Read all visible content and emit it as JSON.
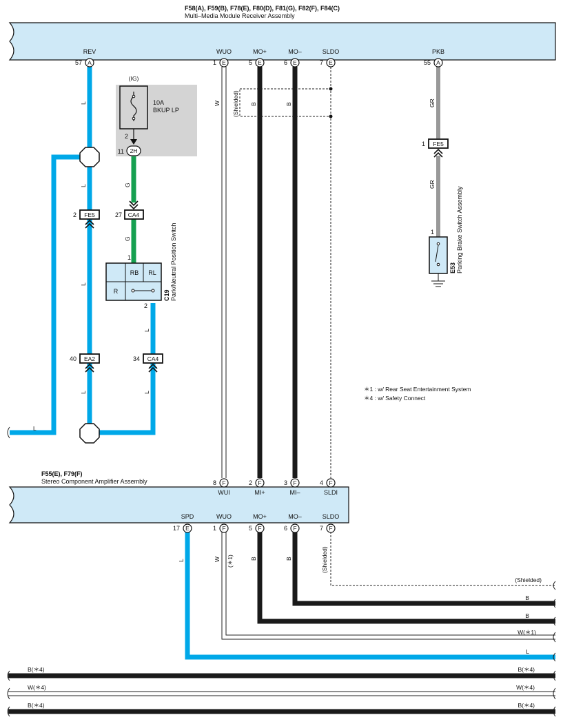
{
  "colors": {
    "module_fill": "#cfe9f7",
    "wire_blue": "#00a8e8",
    "wire_green": "#16a050",
    "wire_gray": "#999999",
    "wire_black": "#1a1a1a",
    "fuse_box": "#d4d4d4"
  },
  "receiver": {
    "codes": "F58(A), F59(B), F78(E), F80(D), F81(G), F82(F), F84(C)",
    "name": "Multi–Media Module Receiver Assembly",
    "pins": [
      {
        "id": "rev",
        "label": "REV",
        "num": "57",
        "conn": "A"
      },
      {
        "id": "wuo",
        "label": "WUO",
        "num": "1",
        "conn": "E"
      },
      {
        "id": "mo-plus",
        "label": "MO+",
        "num": "5",
        "conn": "E"
      },
      {
        "id": "mo-minus",
        "label": "MO–",
        "num": "6",
        "conn": "E"
      },
      {
        "id": "sldo",
        "label": "SLDO",
        "num": "7",
        "conn": "E"
      },
      {
        "id": "pkb",
        "label": "PKB",
        "num": "55",
        "conn": "A"
      }
    ]
  },
  "fuse": {
    "ig": "(IG)",
    "rating": "10A",
    "name": "BKUP LP",
    "pin_top": "2",
    "pin_num": "11",
    "pin_conn": "2H"
  },
  "junctions": {
    "fe5_left": {
      "num": "2",
      "label": "FE5"
    },
    "ca4_top": {
      "num": "27",
      "label": "CA4"
    },
    "ea2": {
      "num": "40",
      "label": "EA2"
    },
    "ca4_bottom": {
      "num": "34",
      "label": "CA4"
    },
    "fe5_right": {
      "num": "1",
      "label": "FE5"
    }
  },
  "pn_switch": {
    "code": "C19",
    "name": "Park/Neutral Position Switch",
    "rb": "RB",
    "rl": "RL",
    "r": "R",
    "pin_in": "1",
    "pin_out": "2"
  },
  "pkb_switch": {
    "code": "E53",
    "name": "Parking Brake Switch Assembly",
    "pin": "1"
  },
  "wire_colors": {
    "l": "L",
    "g": "G",
    "w": "W",
    "b": "B",
    "gr": "GR"
  },
  "shielded": "(Shielded)",
  "footnotes": [
    "＊1 : w/ Rear Seat Entertainment System",
    "＊4 : w/ Safety Connect"
  ],
  "amplifier": {
    "codes": "F55(E), F79(F)",
    "name": "Stereo Component Amplifier Assembly",
    "top_pins": [
      {
        "label": "WUI",
        "num": "8",
        "conn": "F"
      },
      {
        "label": "MI+",
        "num": "2",
        "conn": "F"
      },
      {
        "label": "MI–",
        "num": "3",
        "conn": "F"
      },
      {
        "label": "SLDI",
        "num": "4",
        "conn": "F"
      }
    ],
    "bottom_pins": [
      {
        "label": "SPD",
        "num": "17",
        "conn": "E"
      },
      {
        "label": "WUO",
        "num": "1",
        "conn": "F"
      },
      {
        "label": "MO+",
        "num": "5",
        "conn": "F"
      },
      {
        "label": "MO–",
        "num": "6",
        "conn": "F"
      },
      {
        "label": "SLDO",
        "num": "7",
        "conn": "F"
      }
    ]
  },
  "wire_marks": {
    "star1": "(＊1)",
    "w_star1": "W(＊1)",
    "b_star4": "B(＊4)",
    "w_star4": "W(＊4)"
  }
}
